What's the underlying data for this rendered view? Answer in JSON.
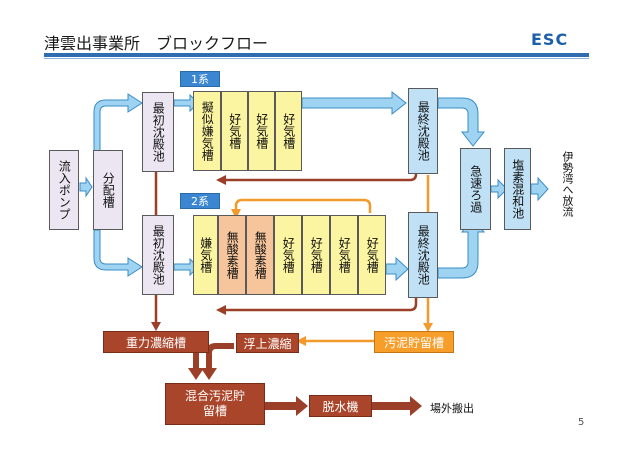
{
  "title": "津雲出事業所　ブロックフロー",
  "logo": "ESC",
  "page_number": "5",
  "series_tags": {
    "s1": "1系",
    "s2": "2系"
  },
  "inflow_pump": "流入ポンプ",
  "distribution_tank": "分配槽",
  "primary_1": "最初沈殿池",
  "primary_2": "最初沈殿池",
  "line1_tanks": [
    "擬似嫌気槽",
    "好気槽",
    "好気槽",
    "好気槽"
  ],
  "line2_tanks": [
    "嫌気槽",
    "無酸素槽",
    "無酸素槽",
    "好気槽",
    "好気槽",
    "好気槽",
    "好気槽"
  ],
  "final_1": "最終沈殿池",
  "final_2": "最終沈殿池",
  "rapid_filter": "急速ろ過",
  "chlorine_tank": "塩素混和池",
  "discharge": "伊勢湾へ放流",
  "gravity_thickener": "重力濃縮槽",
  "flotation_thickener": "浮上濃縮",
  "sludge_storage": "汚泥貯留槽",
  "mixed_sludge_storage": "混合汚泥貯留槽",
  "dewatering": "脱水機",
  "offsite": "場外搬出",
  "colors": {
    "water": "#8ecbef",
    "water_edge": "#3a8cc6",
    "sludge": "#9c3f28",
    "excess_sludge": "#f39a2c",
    "accent": "#2e6db0"
  }
}
